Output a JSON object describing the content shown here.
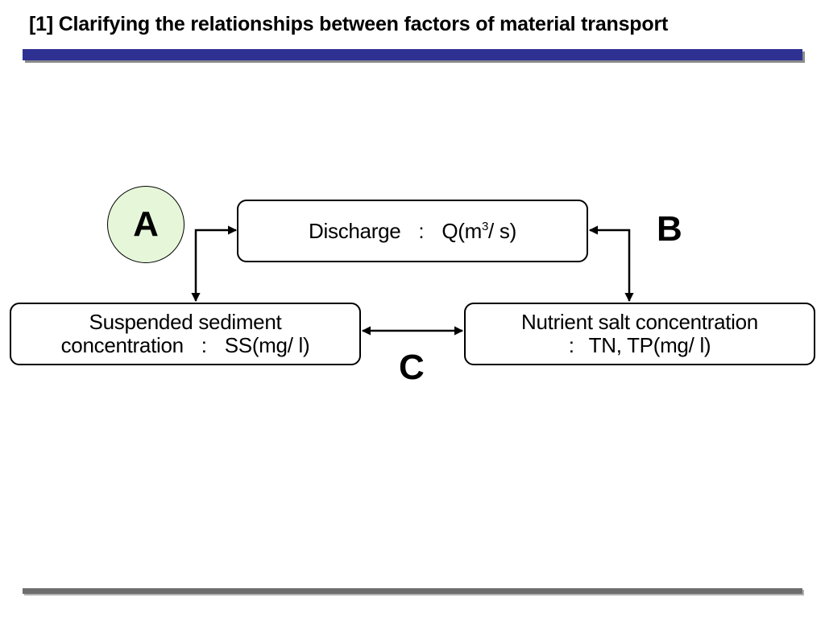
{
  "header": {
    "title": "[1] Clarifying the relationships between factors of material transport"
  },
  "colors": {
    "title_bar": "#2e3192",
    "footer_bar": "#6e6e6e",
    "circle_fill": "#e6f7d9"
  },
  "diagram": {
    "discharge": {
      "label": "Discharge",
      "separator": ":",
      "symbol_pre": "Q(m",
      "symbol_sup": "3",
      "symbol_post": "/ s)"
    },
    "suspended_sediment": {
      "line1": "Suspended sediment",
      "line2_label": "concentration",
      "separator": ":",
      "line2_value": "SS(mg/ l)"
    },
    "nutrient": {
      "line1": "Nutrient salt concentration",
      "separator": ":",
      "line2_value": "TN, TP(mg/ l)"
    },
    "labels": {
      "a": "A",
      "b": "B",
      "c": "C"
    }
  }
}
